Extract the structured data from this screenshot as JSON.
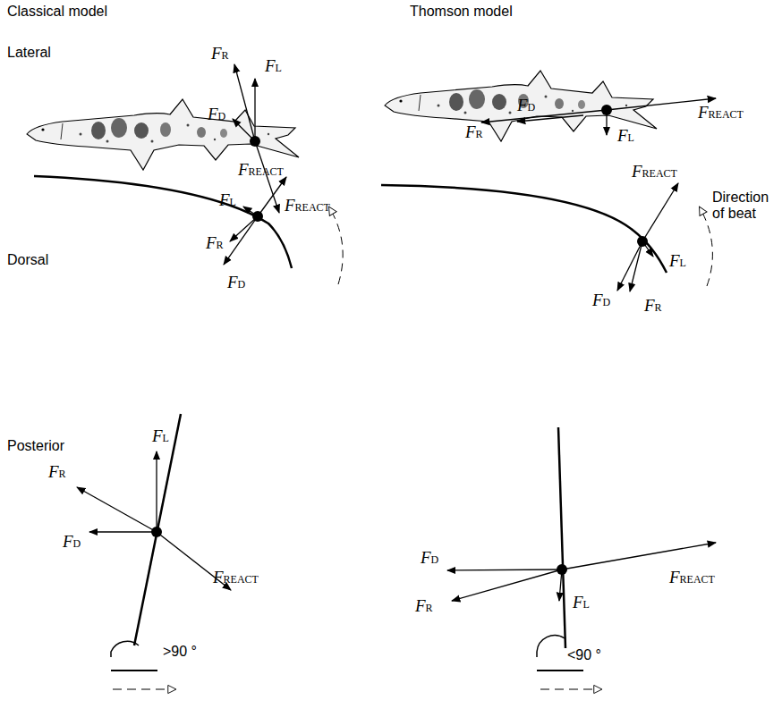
{
  "diagram": {
    "labels": [
      "Classical model",
      "Thomson model",
      "Lateral",
      "Dorsal",
      "Posterior",
      "FR",
      "FL",
      "FD",
      "FREACT",
      "FD",
      "FREACT",
      "FR",
      "FL",
      "FREACT",
      "FL",
      "FR",
      "FD",
      "FREACT",
      "Direction of beat",
      "FL",
      "FD",
      "FR",
      "FR",
      "FL",
      "FD",
      "FREACT",
      ">90 °",
      "FD",
      "FREACT",
      "FR",
      "FL",
      "<90 °"
    ]
  }
}
